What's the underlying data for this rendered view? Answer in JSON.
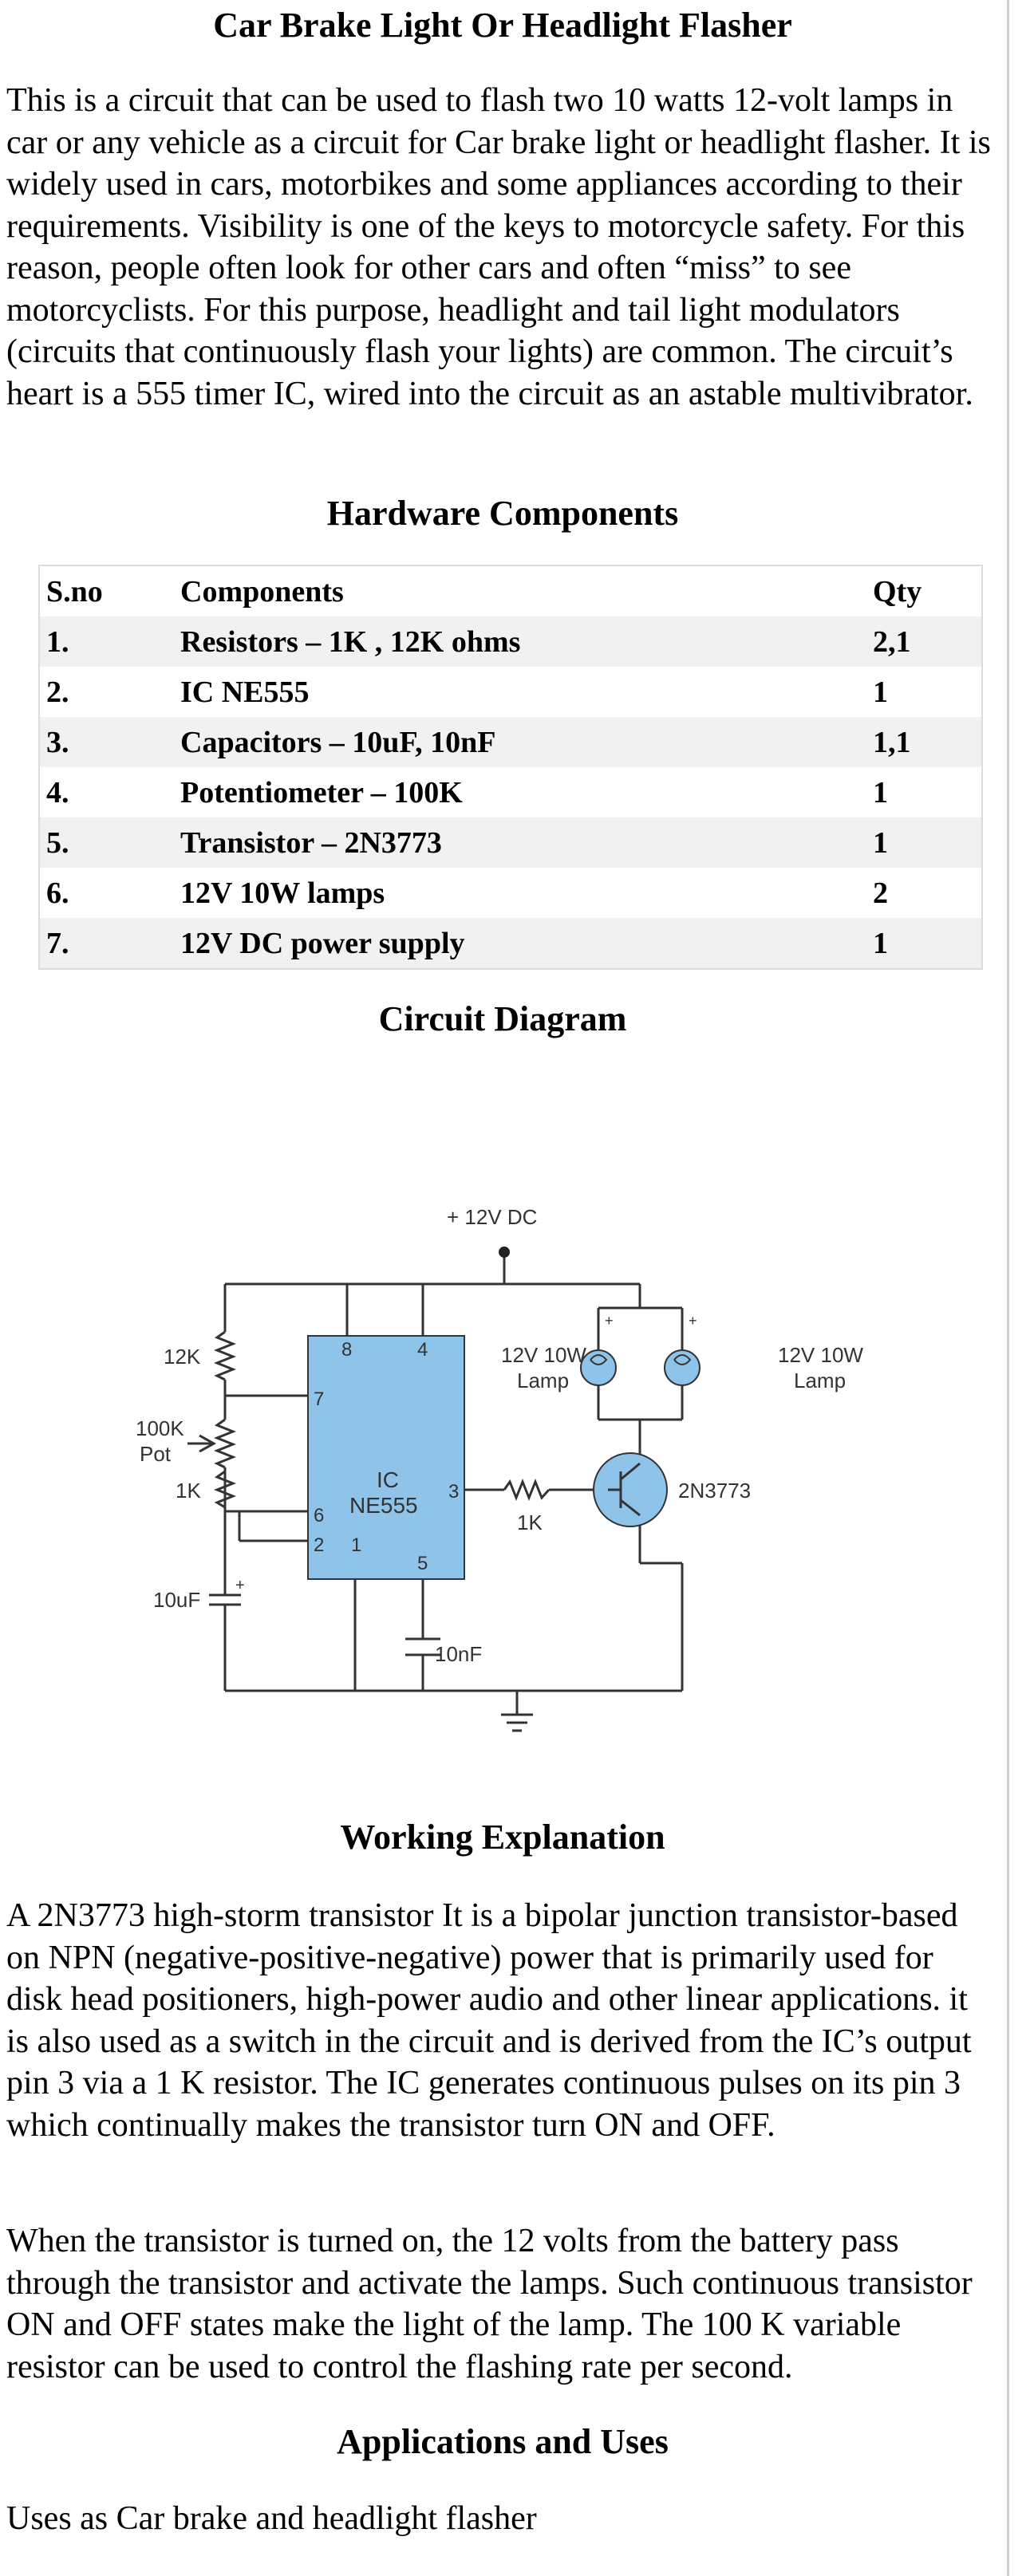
{
  "title": "Car Brake Light Or Headlight Flasher",
  "intro": "This is a circuit that can be used to flash two 10 watts 12-volt lamps in car or any vehicle as a circuit for Car brake light or headlight flasher. It is widely used in cars, motorbikes and some appliances according to their requirements. Visibility is one of the keys to motorcycle safety. For this reason, people often look for other cars and often “miss” to see motorcyclists. For this purpose, headlight and tail light modulators (circuits that continuously flash your lights) are common. The circuit’s heart is a 555 timer IC, wired into the circuit as an astable multivibrator.",
  "hardware": {
    "heading": "Hardware Components",
    "headers": [
      "S.no",
      "Components",
      "Qty"
    ],
    "rows": [
      [
        "1.",
        "Resistors – 1K , 12K ohms",
        "2,1"
      ],
      [
        "2.",
        "IC NE555",
        "1"
      ],
      [
        "3.",
        "Capacitors – 10uF, 10nF",
        "1,1"
      ],
      [
        "4.",
        "Potentiometer – 100K",
        "1"
      ],
      [
        "5.",
        "Transistor – 2N3773",
        "1"
      ],
      [
        "6.",
        "12V 10W lamps",
        "2"
      ],
      [
        "7.",
        "12V DC power supply",
        "1"
      ]
    ]
  },
  "circuit": {
    "heading": "Circuit Diagram",
    "supply": "+ 12V DC",
    "r12k": "12K",
    "pot_line1": "100K",
    "pot_line2": "Pot",
    "r1k_left": "1K",
    "cap_10uf": "10uF",
    "cap_10nf": "10nF",
    "ic_line1": "IC",
    "ic_line2": "NE555",
    "pin8": "8",
    "pin4": "4",
    "pin7": "7",
    "pin6": "6",
    "pin3": "3",
    "pin2": "2",
    "pin1": "1",
    "pin5": "5",
    "r1k_base": "1K",
    "lamp1_line1": "12V 10W",
    "lamp1_line2": "Lamp",
    "lamp2_line1": "12V 10W",
    "lamp2_line2": "Lamp",
    "plus1": "+",
    "plus2": "+",
    "cap_plus": "+",
    "transistor": "2N3773"
  },
  "working": {
    "heading": "Working Explanation",
    "p1": "A 2N3773 high-storm transistor It is a bipolar junction transistor-based on NPN (negative-positive-negative) power that is primarily used for disk head positioners, high-power audio and other linear applications. it is also used as a switch in the circuit and is derived from the IC’s output pin 3 via a 1 K resistor. The IC generates continuous pulses on its pin 3 which continually makes the transistor turn ON and OFF.",
    "p2": "When the transistor is turned on, the 12 volts from the battery pass through the transistor and activate the lamps. Such continuous transistor ON and OFF states make the light of the lamp. The 100 K variable resistor can be used to control the flashing rate per second."
  },
  "applications": {
    "heading": "Applications and Uses",
    "text": "Uses as Car brake and headlight flasher"
  },
  "colors": {
    "ic_fill": "#8ec3ea",
    "row_alt": "#f1f1f1",
    "border": "#dcdcdc",
    "wire": "#333333"
  }
}
